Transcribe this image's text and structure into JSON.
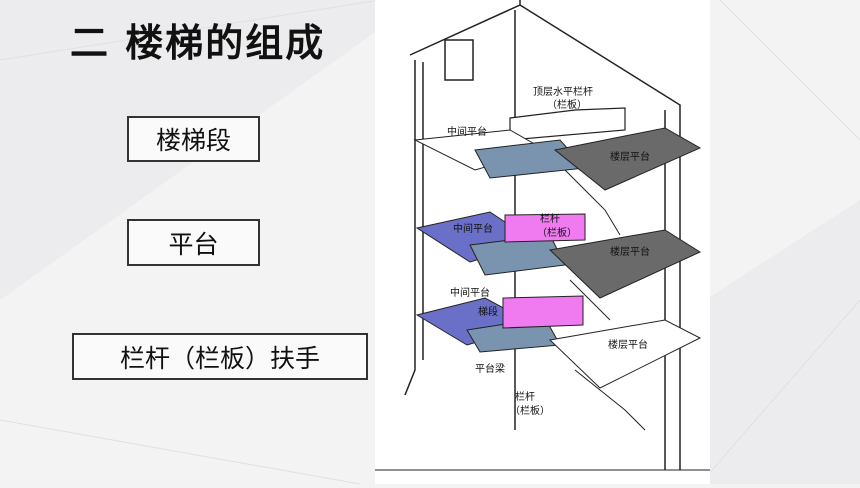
{
  "title": "二  楼梯的组成",
  "terms": [
    "楼梯段",
    "平台",
    "栏杆（栏板）扶手"
  ],
  "diagram_labels": {
    "top_railing_1": "顶层水平栏杆",
    "top_railing_2": "（栏板）",
    "landing_mid_1": "中间平台",
    "landing_mid_2": "中间平台",
    "landing_mid_3": "中间平台",
    "floor_landing_1": "楼层平台",
    "floor_landing_2": "楼层平台",
    "floor_landing_3": "楼层平台",
    "railing_mid_1": "栏杆",
    "railing_mid_2": "（栏板）",
    "flight": "梯段",
    "beam": "平台梁",
    "railing_bottom_1": "栏杆",
    "railing_bottom_2": "（栏板）"
  }
}
